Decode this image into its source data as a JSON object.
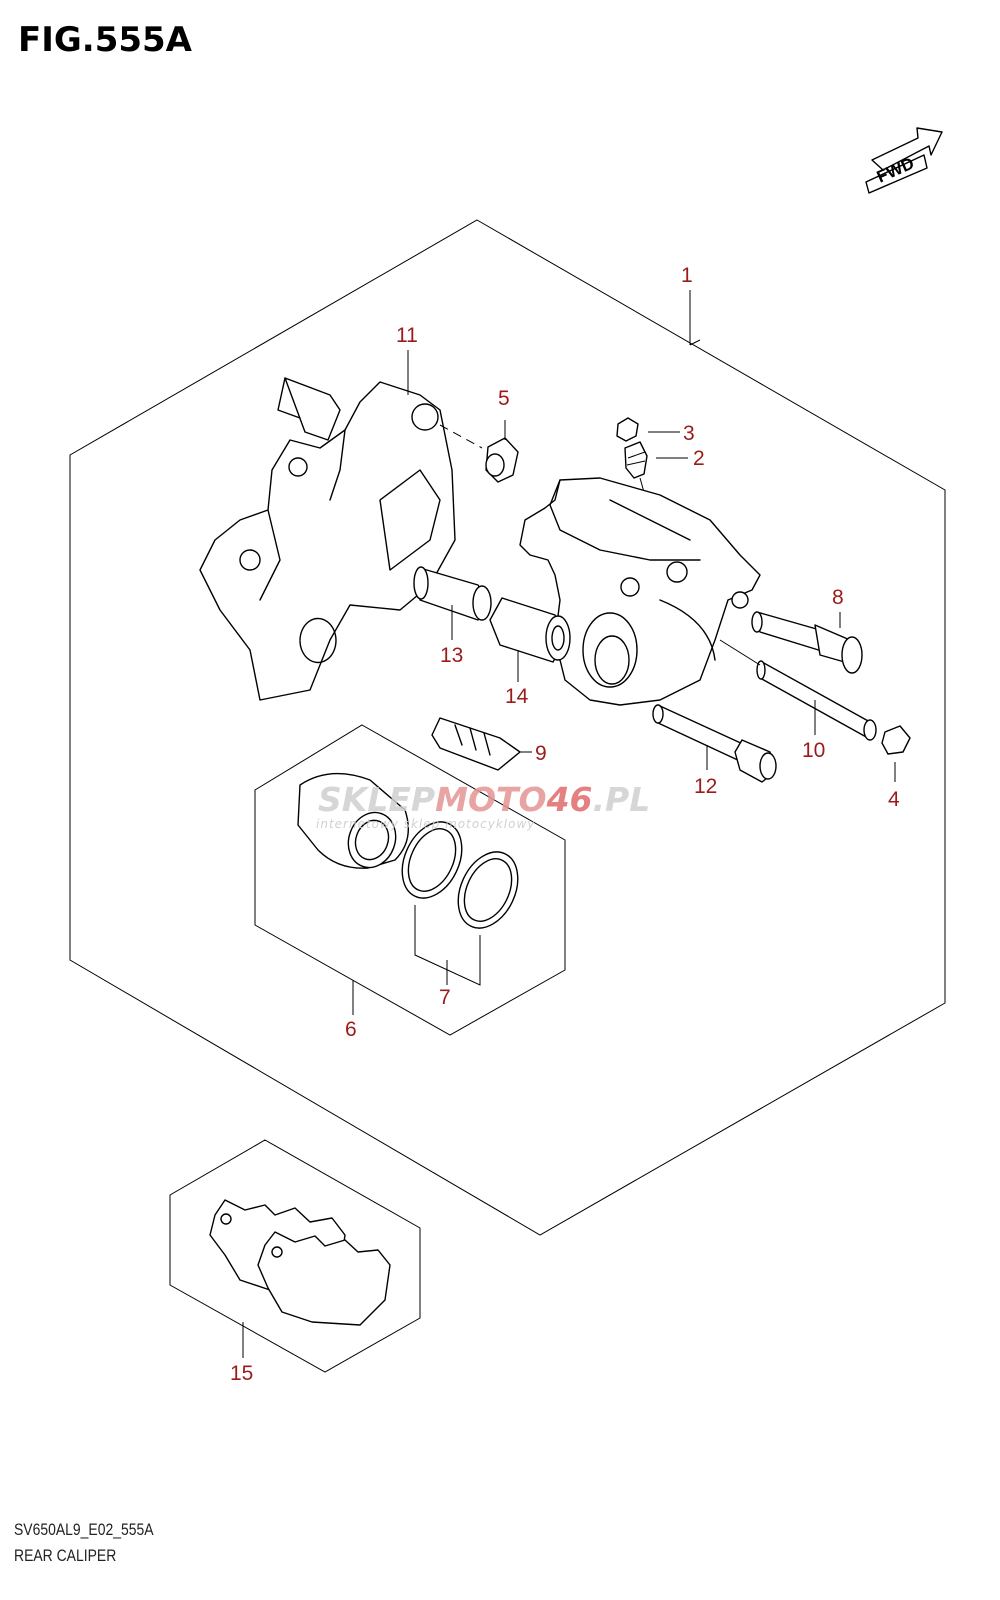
{
  "figure": {
    "title": "FIG.555A"
  },
  "fwd_badge": {
    "label": "FWD"
  },
  "callouts": [
    {
      "id": "1",
      "label": "1"
    },
    {
      "id": "2",
      "label": "2"
    },
    {
      "id": "3",
      "label": "3"
    },
    {
      "id": "4",
      "label": "4"
    },
    {
      "id": "5",
      "label": "5"
    },
    {
      "id": "6",
      "label": "6"
    },
    {
      "id": "7",
      "label": "7"
    },
    {
      "id": "8",
      "label": "8"
    },
    {
      "id": "9",
      "label": "9"
    },
    {
      "id": "10",
      "label": "10"
    },
    {
      "id": "11",
      "label": "11"
    },
    {
      "id": "12",
      "label": "12"
    },
    {
      "id": "13",
      "label": "13"
    },
    {
      "id": "14",
      "label": "14"
    },
    {
      "id": "15",
      "label": "15"
    }
  ],
  "watermark": {
    "part1": "SKLEP",
    "part2": "MOTO",
    "part3": "46",
    "part4": ".PL",
    "tagline": "internetowy sklep motocyklowy"
  },
  "footer": {
    "code": "SV650AL9_E02_555A",
    "name": "REAR CALIPER"
  },
  "colors": {
    "callout": "#9b1b1b",
    "watermark_red": "#e59494",
    "watermark_grey": "#c8c8c8"
  }
}
